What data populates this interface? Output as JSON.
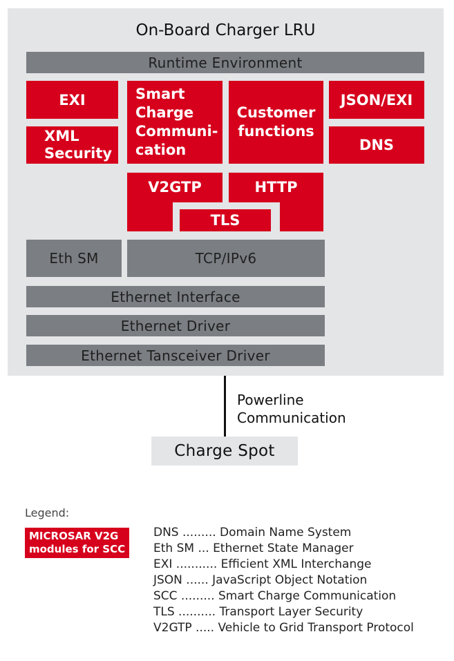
{
  "diagram": {
    "title": "On-Board Charger LRU",
    "runtime": "Runtime Environment",
    "exi": "EXI",
    "xml_security": "XML\nSecurity",
    "smart_charge": "Smart\nCharge\nCommuni-\ncation",
    "customer": "Customer\nfunctions",
    "json_exi": "JSON/EXI",
    "dns": "DNS",
    "v2gtp": "V2GTP",
    "http": "HTTP",
    "tls": "TLS",
    "eth_sm": "Eth SM",
    "tcp": "TCP/IPv6",
    "eth_interface": "Ethernet Interface",
    "eth_driver": "Ethernet Driver",
    "eth_transceiver": "Ethernet Tansceiver Driver",
    "powerline": "Powerline\nCommunication",
    "charge_spot": "Charge Spot"
  },
  "legend": {
    "title": "Legend:",
    "badge": "MICROSAR V2G\nmodules for SCC",
    "entries": [
      "DNS ......... Domain Name System",
      "Eth SM ... Ethernet State Manager",
      "EXI ........... Efficient XML Interchange",
      "JSON ...... JavaScript Object Notation",
      "SCC ......... Smart Charge Communication",
      "TLS .......... Transport Layer Security",
      "V2GTP ..... Vehicle to Grid Transport Protocol"
    ]
  },
  "colors": {
    "module_red": "#d6001c",
    "layer_gray": "#7b7e83",
    "panel_gray": "#e3e5e7"
  }
}
